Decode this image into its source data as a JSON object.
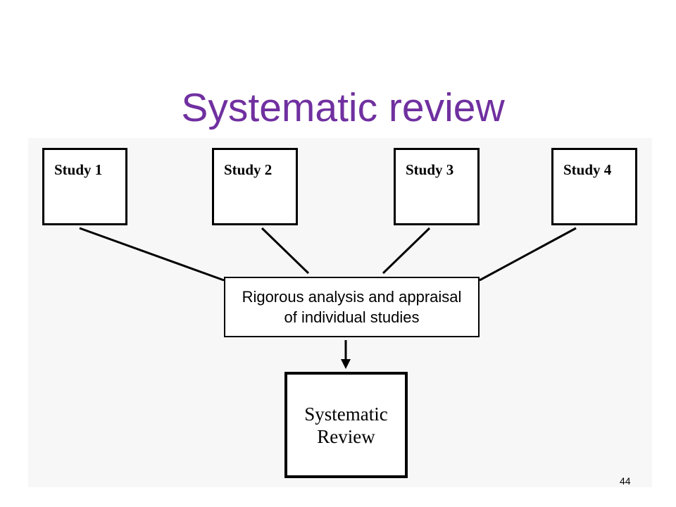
{
  "slide": {
    "title": "Systematic review",
    "page_number": "44",
    "title_color": "#7030a0"
  },
  "diagram": {
    "studies": [
      {
        "label": "Study 1"
      },
      {
        "label": "Study 2"
      },
      {
        "label": "Study 3"
      },
      {
        "label": "Study 4"
      }
    ],
    "process": {
      "line1": "Rigorous analysis and appraisal",
      "line2": "of individual studies"
    },
    "result": {
      "line1": "Systematic",
      "line2": "Review"
    }
  }
}
